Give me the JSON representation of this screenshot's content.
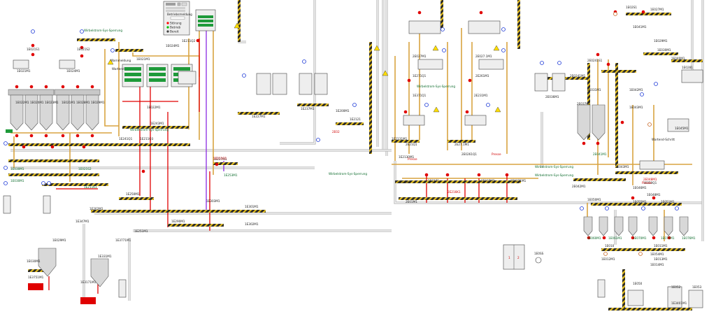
{
  "legend": {
    "title": "Betriebsmeldung",
    "items": [
      {
        "label": "Störung",
        "color": "#ff0000"
      },
      {
        "label": "Betrieb",
        "color": "#00c000"
      },
      {
        "label": "Bereit",
        "color": "#404040"
      }
    ]
  },
  "colors": {
    "motor_red": "#e00000",
    "valve_blue": "#1f3bd8",
    "warn_yellow": "#ffdd00",
    "bin_green": "#1e9a3a",
    "pipe_orange": "#d9a441",
    "pipe_purple": "#8a2be2"
  },
  "tags": {
    "t01": "1E021S1",
    "t02": "1E021S2",
    "t03": "1E021M1",
    "t04": "1E024M1",
    "t05": "1E022M1",
    "t06": "1E024M1",
    "t07": "1E023M1",
    "t08": "1E021M1",
    "t09": "1E028M1",
    "t10": "1E029M1",
    "t11": "1E030M1",
    "t12": "1E030M1",
    "t13": "1E021S2",
    "t14": "1E211K1",
    "t15": "1E211Q2",
    "t16": "1E024M1",
    "t17": "1E021M1",
    "t18": "1E022M1",
    "t19": "1E243M1",
    "t20": "1E211Q3",
    "t21": "1E250M1",
    "t22": "1E262M1",
    "t23": "1E290M1",
    "t24": "1E301M1",
    "t25": "1E251M1",
    "t26": "1E302M1",
    "t27": "1E303M1",
    "t28": "1E241Q1",
    "t29": "1E253M1",
    "t30": "1E227M1",
    "t31": "1E237M1",
    "t32": "1E211Q1",
    "t33": "1E227M1",
    "t34": "1E200M1",
    "t35": "2E02",
    "t36": "1E2121",
    "t37": "1E2130M1",
    "t38": "1E2131M1",
    "t39": "2E02LM1",
    "t40": "2E01M1",
    "t41": "2E216K1",
    "t42": "1E2171",
    "t43": "2E027M1",
    "t44": "2E027.1M1",
    "t45": "1E271Q1",
    "t46": "2E261M1",
    "t47": "1E371Q1",
    "t48": "2E231M1",
    "t49": "2E27.1M1",
    "t50": "2E237M1",
    "t51": "2E0271M1",
    "t52": "2E21Q1",
    "t53": "2E0261Q1",
    "t54": "2E0241S1",
    "t55": "2E0241M1",
    "t56": "2E031M1",
    "t57": "2E036M1",
    "t58": "2E037M1",
    "t59": "2E041M1",
    "t60": "2E042M1",
    "t61": "2E043M1",
    "t62": "2E048M1",
    "t63": "1E02S1",
    "t64": "1E027M1",
    "t65": "1E029M1",
    "t66": "1E030M1",
    "t67": "1E0281",
    "t68": "1E040M1",
    "t69": "1E041M1",
    "t70": "1E042M1",
    "t71": "1E043M1",
    "t72": "1E045M1",
    "t73": "1E046M1",
    "t74": "1E048M1",
    "t75": "1E050M1",
    "t76": "1E055M1",
    "t77": "1E051M1",
    "t78": "1E054M1",
    "t79": "1E052",
    "t80": "1E053",
    "t81": "1E050",
    "t82": "1E060M1",
    "t83": "1E061M1",
    "t84": "1E070M1",
    "t85": "1E075M1",
    "t86": "1E076M1",
    "t87": "1E010",
    "t88": "1E011M1",
    "t89": "1E013M1",
    "t90": "1E012M1",
    "t91": "1E014M1",
    "t92": "1E050Q1",
    "t93": "1E029M1",
    "t94": "1E030M1",
    "t95": "1E331M1",
    "t96": "1E347M1",
    "t97": "1E3771M1",
    "t98": "1E3171M1",
    "t99": "1E3751M1",
    "t100": "1E3401M1"
  },
  "notes": {
    "warnings": "Warnmeldung",
    "pending": "Wartend",
    "kpu_ready": "Wirbelstrom-Sys-Sperrung",
    "presse": "Presse",
    "nochanzahl": "Wartend-Schritt"
  },
  "switches": {
    "hint1": "1",
    "hint2": "2",
    "label": "1E0SS"
  }
}
